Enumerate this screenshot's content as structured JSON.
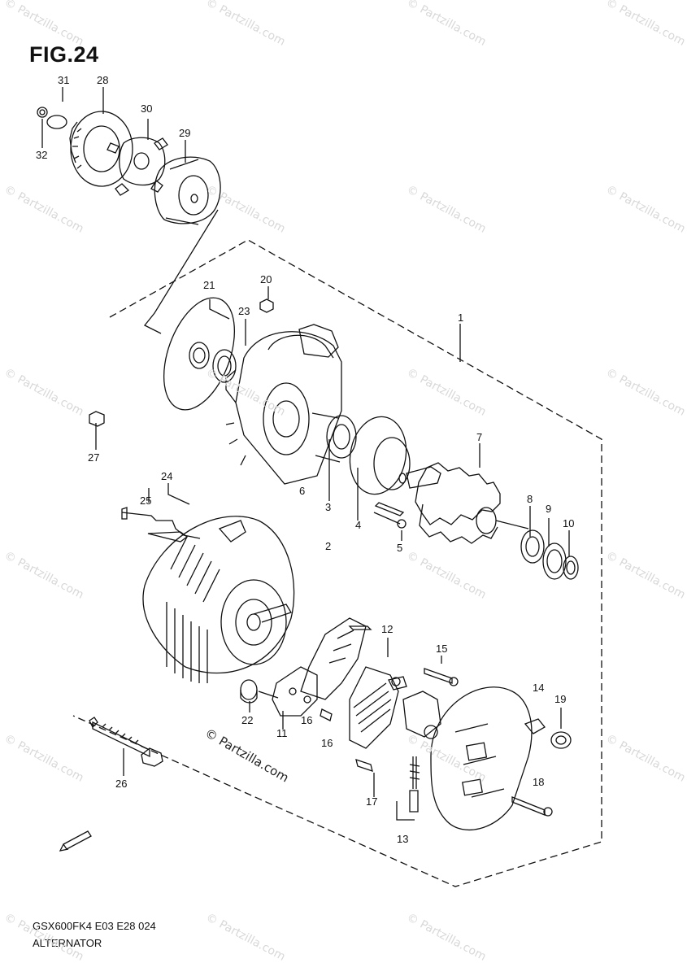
{
  "figure": {
    "title": "FIG.24",
    "model_code": "GSX600FK4 E03 E28 024",
    "name": "ALTERNATOR",
    "credit": "© Partzilla.com"
  },
  "watermark": "© Partzilla.com",
  "callouts": [
    "1",
    "2",
    "3",
    "4",
    "5",
    "6",
    "7",
    "8",
    "9",
    "10",
    "11",
    "12",
    "13",
    "14",
    "15",
    "16",
    "16",
    "17",
    "18",
    "19",
    "20",
    "21",
    "22",
    "23",
    "24",
    "25",
    "26",
    "27",
    "28",
    "29",
    "30",
    "31",
    "32"
  ],
  "colors": {
    "line": "#111111",
    "watermark": "#d8d8d8"
  }
}
